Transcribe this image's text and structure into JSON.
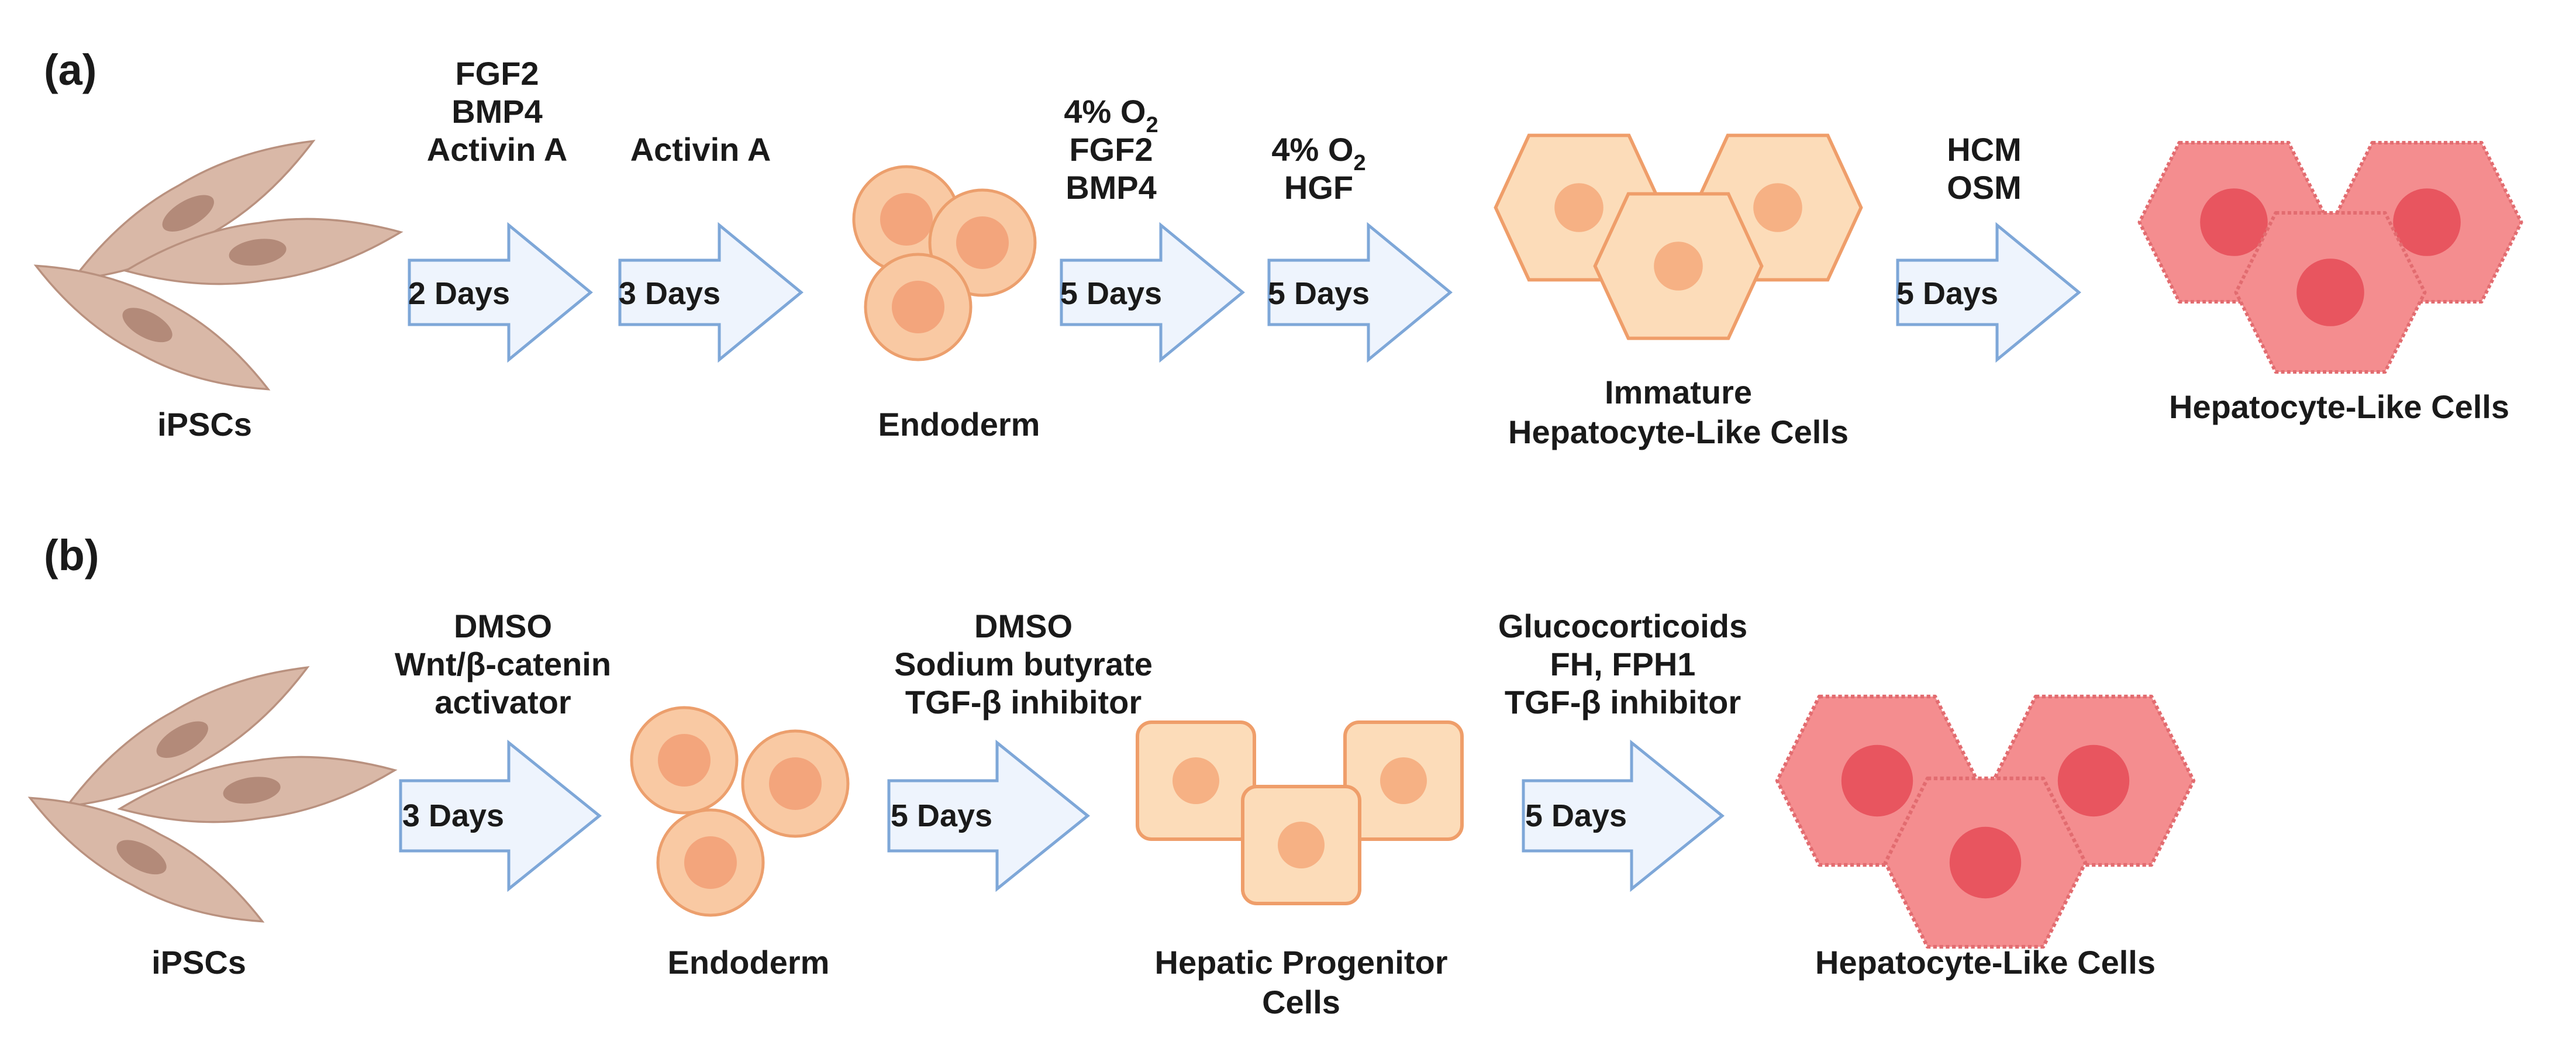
{
  "panel_a": {
    "label": "(a)",
    "cells": {
      "ipscs": "iPSCs",
      "endoderm": "Endoderm",
      "immature_line1": "Immature",
      "immature_line2": "Hepatocyte-Like Cells",
      "hlc": "Hepatocyte-Like Cells"
    },
    "steps": [
      {
        "conditions": [
          "FGF2",
          "BMP4",
          "Activin A"
        ],
        "duration": "2 Days"
      },
      {
        "conditions": [
          "Activin A"
        ],
        "duration": "3 Days"
      },
      {
        "conditions": [
          "4% O",
          "FGF2",
          "BMP4"
        ],
        "duration": "5 Days"
      },
      {
        "conditions": [
          "4% O",
          "HGF"
        ],
        "duration": "5 Days"
      },
      {
        "conditions": [
          "HCM",
          "OSM"
        ],
        "duration": "5 Days"
      }
    ],
    "subscript": "2"
  },
  "panel_b": {
    "label": "(b)",
    "cells": {
      "ipscs": "iPSCs",
      "endoderm": "Endoderm",
      "progenitor_line1": "Hepatic Progenitor",
      "progenitor_line2": "Cells",
      "hlc": "Hepatocyte-Like Cells"
    },
    "steps": [
      {
        "conditions": [
          "DMSO",
          "Wnt/β-catenin",
          "activator"
        ],
        "duration": "3 Days"
      },
      {
        "conditions": [
          "DMSO",
          "Sodium butyrate",
          "TGF-β inhibitor"
        ],
        "duration": "5 Days"
      },
      {
        "conditions": [
          "Glucocorticoids",
          "FH, FPH1",
          "TGF-β inhibitor"
        ],
        "duration": "5 Days"
      }
    ]
  },
  "colors": {
    "stem_cell_fill": "#d9b8a7",
    "stem_cell_nucleus": "#b38a79",
    "endoderm_fill": "#f9c9a3",
    "endoderm_nucleus": "#f3a57c",
    "immature_fill": "#fcdcb9",
    "immature_nucleus": "#f6b184",
    "hepatocyte_fill": "#f48d8f",
    "hepatocyte_nucleus": "#e8555f",
    "arrow_fill": "#eef4fd",
    "arrow_stroke": "#7ea7d8"
  }
}
